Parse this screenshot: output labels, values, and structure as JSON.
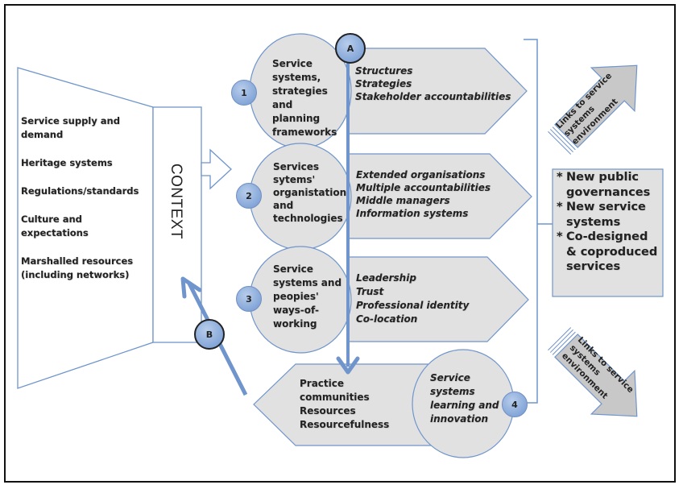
{
  "context": {
    "title": "CONTEXT",
    "items": [
      "Service supply and demand",
      "Heritage systems",
      "Regulations/standards",
      "Culture and expectations",
      "Marshalled resources (including networks)"
    ]
  },
  "markers": {
    "a": "A",
    "b": "B"
  },
  "stages": [
    {
      "number": "1",
      "title": "Service systems, strategies and planning frameworks",
      "title_lines": [
        "Service",
        "systems,",
        "strategies and",
        "planning",
        "frameworks"
      ],
      "items": [
        "Structures",
        "Strategies",
        "Stakeholder accountabilities"
      ]
    },
    {
      "number": "2",
      "title": "Services sytems' organistation and technologies",
      "title_lines": [
        "Services",
        "sytems'",
        "organistation",
        "and",
        "technologies"
      ],
      "items": [
        "Extended organisations",
        "Multiple accountabilities",
        "Middle managers",
        "Information systems"
      ]
    },
    {
      "number": "3",
      "title": "Service systems and peopies' ways-of-working",
      "title_lines": [
        "Service",
        "systems and",
        "peopies'",
        "ways-of-",
        "working"
      ],
      "items": [
        "Leadership",
        "Trust",
        "Professional identity",
        "Co-location"
      ]
    },
    {
      "number": "4",
      "title": "Service systems learning and innovation",
      "title_lines": [
        "Service",
        "systems",
        "learning and",
        "innovation"
      ],
      "items": [
        "Practice",
        "communities",
        "Resources",
        "Resourcefulness"
      ]
    }
  ],
  "outcomes": [
    "New public governances",
    "New service systems",
    "Co-designed & coproduced services"
  ],
  "outcomes_lines": [
    {
      "star": "*",
      "text": "New public"
    },
    {
      "star": "",
      "text": "governances"
    },
    {
      "star": "*",
      "text": "New service"
    },
    {
      "star": "",
      "text": "systems"
    },
    {
      "star": "*",
      "text": "Co-designed"
    },
    {
      "star": "",
      "text": "& coproduced"
    },
    {
      "star": "",
      "text": "services"
    }
  ],
  "links": {
    "upper": [
      "Links to service",
      "systems",
      "environment"
    ],
    "lower": [
      "Links to service",
      "systems",
      "environment"
    ]
  },
  "colors": {
    "outline": "#6f95cc",
    "shape_fill": "#e1e1e1",
    "arrow_fill": "#c8c8c8",
    "badge_fill": "#8eaee0",
    "text": "#222222"
  }
}
